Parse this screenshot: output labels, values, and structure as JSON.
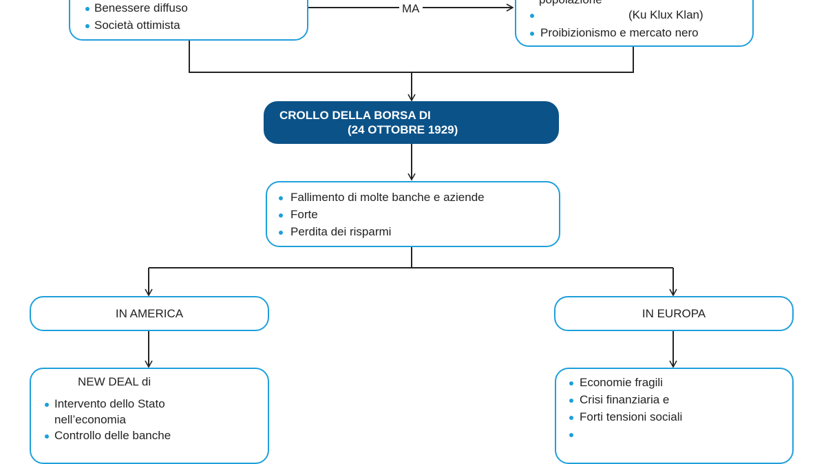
{
  "top_left": {
    "items": [
      "Benessere diffuso",
      "Società ottimista"
    ]
  },
  "connector_label": "MA",
  "top_right": {
    "line1": "popolazione",
    "line2": "(Ku Klux Klan)",
    "line3": "Proibizionismo e mercato nero"
  },
  "crash": {
    "line1": "CROLLO DELLA BORSA DI",
    "line2": "(24 OTTOBRE 1929)"
  },
  "effects": {
    "items": [
      "Fallimento di molte banche e aziende",
      "Forte",
      "Perdita dei risparmi"
    ]
  },
  "america": {
    "title": "IN AMERICA",
    "heading": "NEW DEAL di",
    "items": [
      "Intervento dello Stato",
      "nell’economia",
      "Controllo delle banche"
    ]
  },
  "europe": {
    "title": "IN EUROPA",
    "items": [
      "Economie fragili",
      "Crisi finanziaria e",
      "Forti tensioni sociali"
    ]
  },
  "colors": {
    "accent": "#1d9fdb",
    "dark": "#0b5288"
  }
}
